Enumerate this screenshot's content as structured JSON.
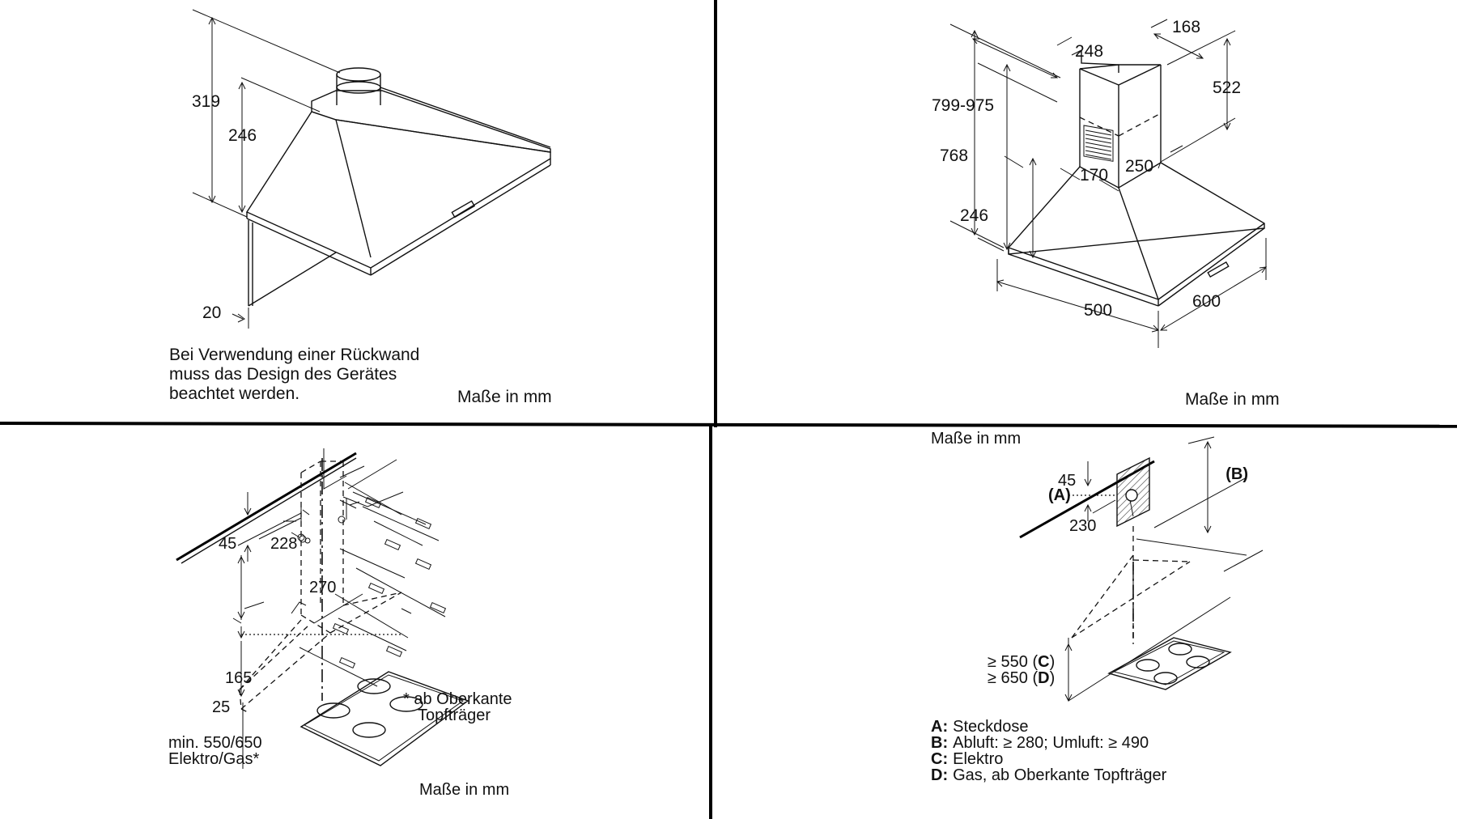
{
  "panels": {
    "top_left": {
      "dims": {
        "height_total": "319",
        "height_hood": "246",
        "thickness": "20"
      },
      "note_lines": [
        "Bei Verwendung einer Rückwand",
        "muss das Design des Gerätes",
        "beachtet werden."
      ],
      "units": "Maße in mm"
    },
    "top_right": {
      "dims": {
        "chimney_width": "248",
        "chimney_depth": "168",
        "chimney_upper": "522",
        "total_range": "799-975",
        "height_768": "768",
        "height_246": "246",
        "grille_170": "170",
        "grille_250": "250",
        "width_500": "500",
        "depth_600": "600"
      },
      "units": "Maße in mm"
    },
    "bottom_left": {
      "dims": {
        "d45": "45",
        "d228": "228",
        "d270": "270",
        "d165": "165",
        "d25": "25"
      },
      "min_lines": [
        "min. 550/650",
        "Elektro/Gas*"
      ],
      "footnote_lines": [
        "* ab Oberkante",
        "Topfträger"
      ],
      "units": "Maße in mm"
    },
    "bottom_right": {
      "units": "Maße in mm",
      "dims": {
        "d45": "45",
        "d230": "230"
      },
      "labels": {
        "a": "(A)",
        "b": "(B)"
      },
      "c_row": {
        "prefix": "≥ 550 (",
        "key": "C",
        "suffix": ")"
      },
      "d_row": {
        "prefix": "≥ 650 (",
        "key": "D",
        "suffix": ")"
      },
      "legend": [
        {
          "key": "A:",
          "text": "Steckdose"
        },
        {
          "key": "B:",
          "text": "Abluft: ≥ 280; Umluft: ≥ 490"
        },
        {
          "key": "C:",
          "text": "Elektro"
        },
        {
          "key": "D:",
          "text": "Gas, ab Oberkante Topfträger"
        }
      ]
    }
  }
}
